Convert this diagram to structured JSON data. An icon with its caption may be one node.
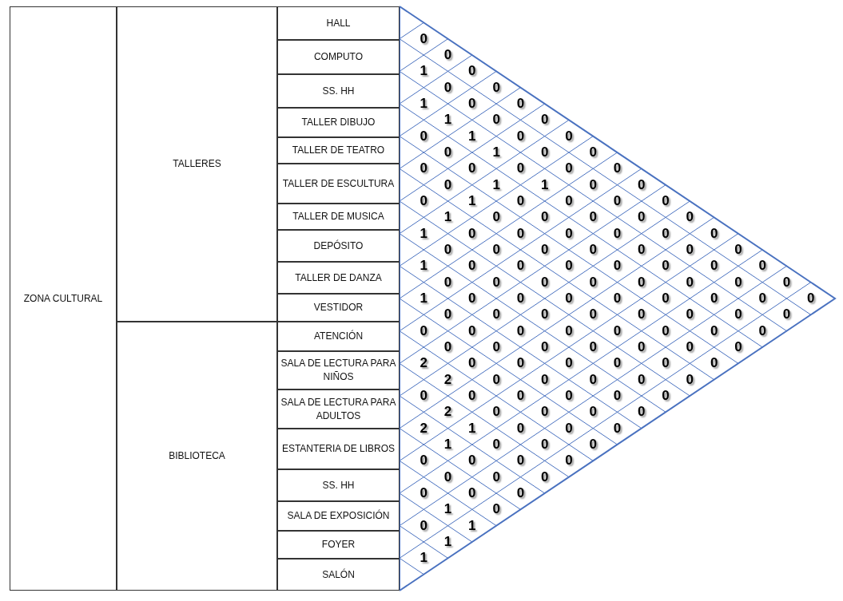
{
  "diagram": {
    "nodes": [
      {
        "text": [
          "ZONA CULTURAL"
        ]
      },
      {
        "text": [
          "TALLERES"
        ]
      },
      {
        "text": [
          "HALL"
        ]
      },
      {
        "text": [
          "COMPUTO"
        ]
      },
      {
        "text": [
          "SS. HH"
        ]
      },
      {
        "text": [
          "TALLER DIBUJO"
        ]
      },
      {
        "text": [
          "TALLER DE TEATRO"
        ]
      },
      {
        "text": [
          "TALLER DE ESCULTURA"
        ]
      },
      {
        "text": [
          "TALLER DE MUSICA"
        ]
      },
      {
        "text": [
          "DEPÓSITO"
        ]
      },
      {
        "text": [
          "TALLER DE DANZA"
        ]
      },
      {
        "text": [
          "VESTIDOR"
        ]
      },
      {
        "text": [
          "BIBLIOTECA"
        ]
      },
      {
        "text": [
          "ATENCIÓN"
        ]
      },
      {
        "text": [
          "SALA DE LECTURA PARA NIÑOS"
        ]
      },
      {
        "text": [
          "SALA DE LECTURA PARA ADULTOS"
        ]
      },
      {
        "text": [
          "ESTANTERIA DE LIBROS"
        ]
      },
      {
        "text": [
          "SS. HH"
        ]
      },
      {
        "text": [
          "SALA DE EXPOSICIÓN"
        ]
      },
      {
        "text": [
          "FOYER"
        ]
      },
      {
        "text": [
          "SALÓN"
        ]
      }
    ],
    "edges": [],
    "labels": [
      "0",
      "0",
      "1",
      "0",
      "0",
      "0",
      "1",
      "0",
      "0",
      "1",
      "0",
      "0",
      "0",
      "1",
      "0",
      "0",
      "0",
      "1",
      "0",
      "0",
      "0",
      "0",
      "0",
      "0",
      "0",
      "0",
      "1",
      "1",
      "0",
      "0",
      "0",
      "1",
      "0",
      "0",
      "0",
      "0",
      "1",
      "0",
      "0",
      "0",
      "0",
      "0",
      "1",
      "0",
      "0",
      "0",
      "0",
      "0",
      "0",
      "0",
      "0",
      "0",
      "0",
      "0",
      "0",
      "0",
      "1",
      "0",
      "0",
      "0",
      "0",
      "0",
      "0",
      "0",
      "0",
      "0",
      "0",
      "0",
      "0",
      "0",
      "0",
      "0",
      "1",
      "0",
      "0",
      "0",
      "0",
      "0",
      "0",
      "0",
      "0",
      "0",
      "0",
      "0",
      "0",
      "0",
      "0",
      "0",
      "0",
      "0",
      "0",
      "0",
      "0",
      "0",
      "0",
      "0",
      "0",
      "0",
      "0",
      "0",
      "0",
      "0",
      "0",
      "0",
      "2",
      "0",
      "0",
      "0",
      "0",
      "0",
      "0",
      "2",
      "0",
      "0",
      "0",
      "0",
      "0",
      "0",
      "0",
      "0",
      "0",
      "0",
      "0",
      "2",
      "0",
      "0",
      "0",
      "0",
      "2",
      "1",
      "0",
      "0",
      "0",
      "1",
      "0",
      "0",
      "0",
      "0",
      "0",
      "0",
      "0",
      "0",
      "0",
      "0",
      "0",
      "0",
      "0",
      "1",
      "0",
      "0",
      "1",
      "1",
      "1"
    ]
  }
}
